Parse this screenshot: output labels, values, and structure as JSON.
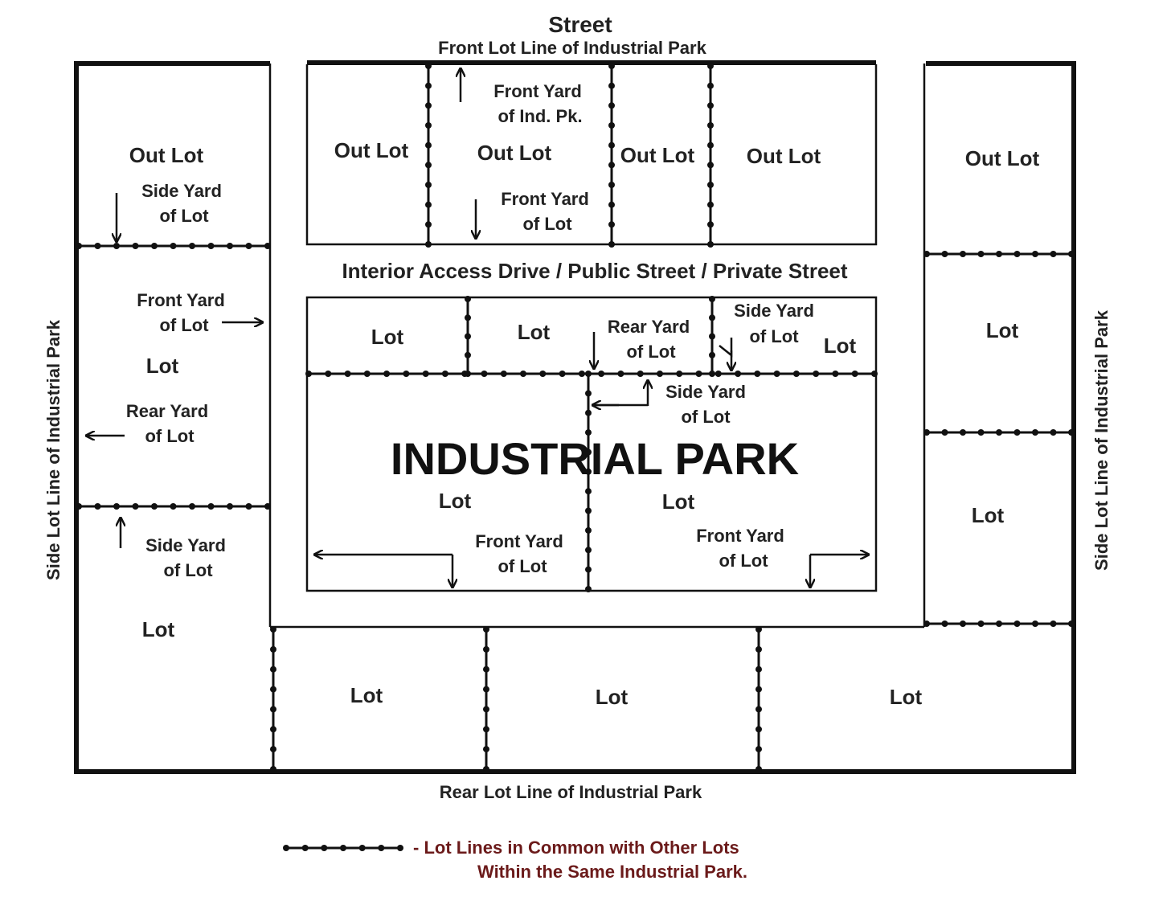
{
  "street": "Street",
  "front_line": "Front Lot Line of Industrial Park",
  "rear_line": "Rear Lot Line of Industrial Park",
  "side_line_left": "Side Lot Line of Industrial Park",
  "side_line_right": "Side Lot Line of Industrial Park",
  "interior_drive": "Interior Access Drive / Public Street / Private Street",
  "park_title": "INDUSTRIAL PARK",
  "out_lot": "Out Lot",
  "lot": "Lot",
  "front_yard_ind_pk": [
    "Front Yard",
    "of Ind. Pk."
  ],
  "front_yard_lot": [
    "Front Yard",
    "of Lot"
  ],
  "side_yard_lot": [
    "Side Yard",
    "of Lot"
  ],
  "rear_yard_lot": [
    "Rear Yard",
    "of Lot"
  ],
  "legend": [
    "- Lot Lines in Common with Other Lots",
    "Within the Same Industrial Park."
  ],
  "colors": {
    "line": "#111111",
    "text": "#222222",
    "legend_text": "#6b1a1a"
  }
}
